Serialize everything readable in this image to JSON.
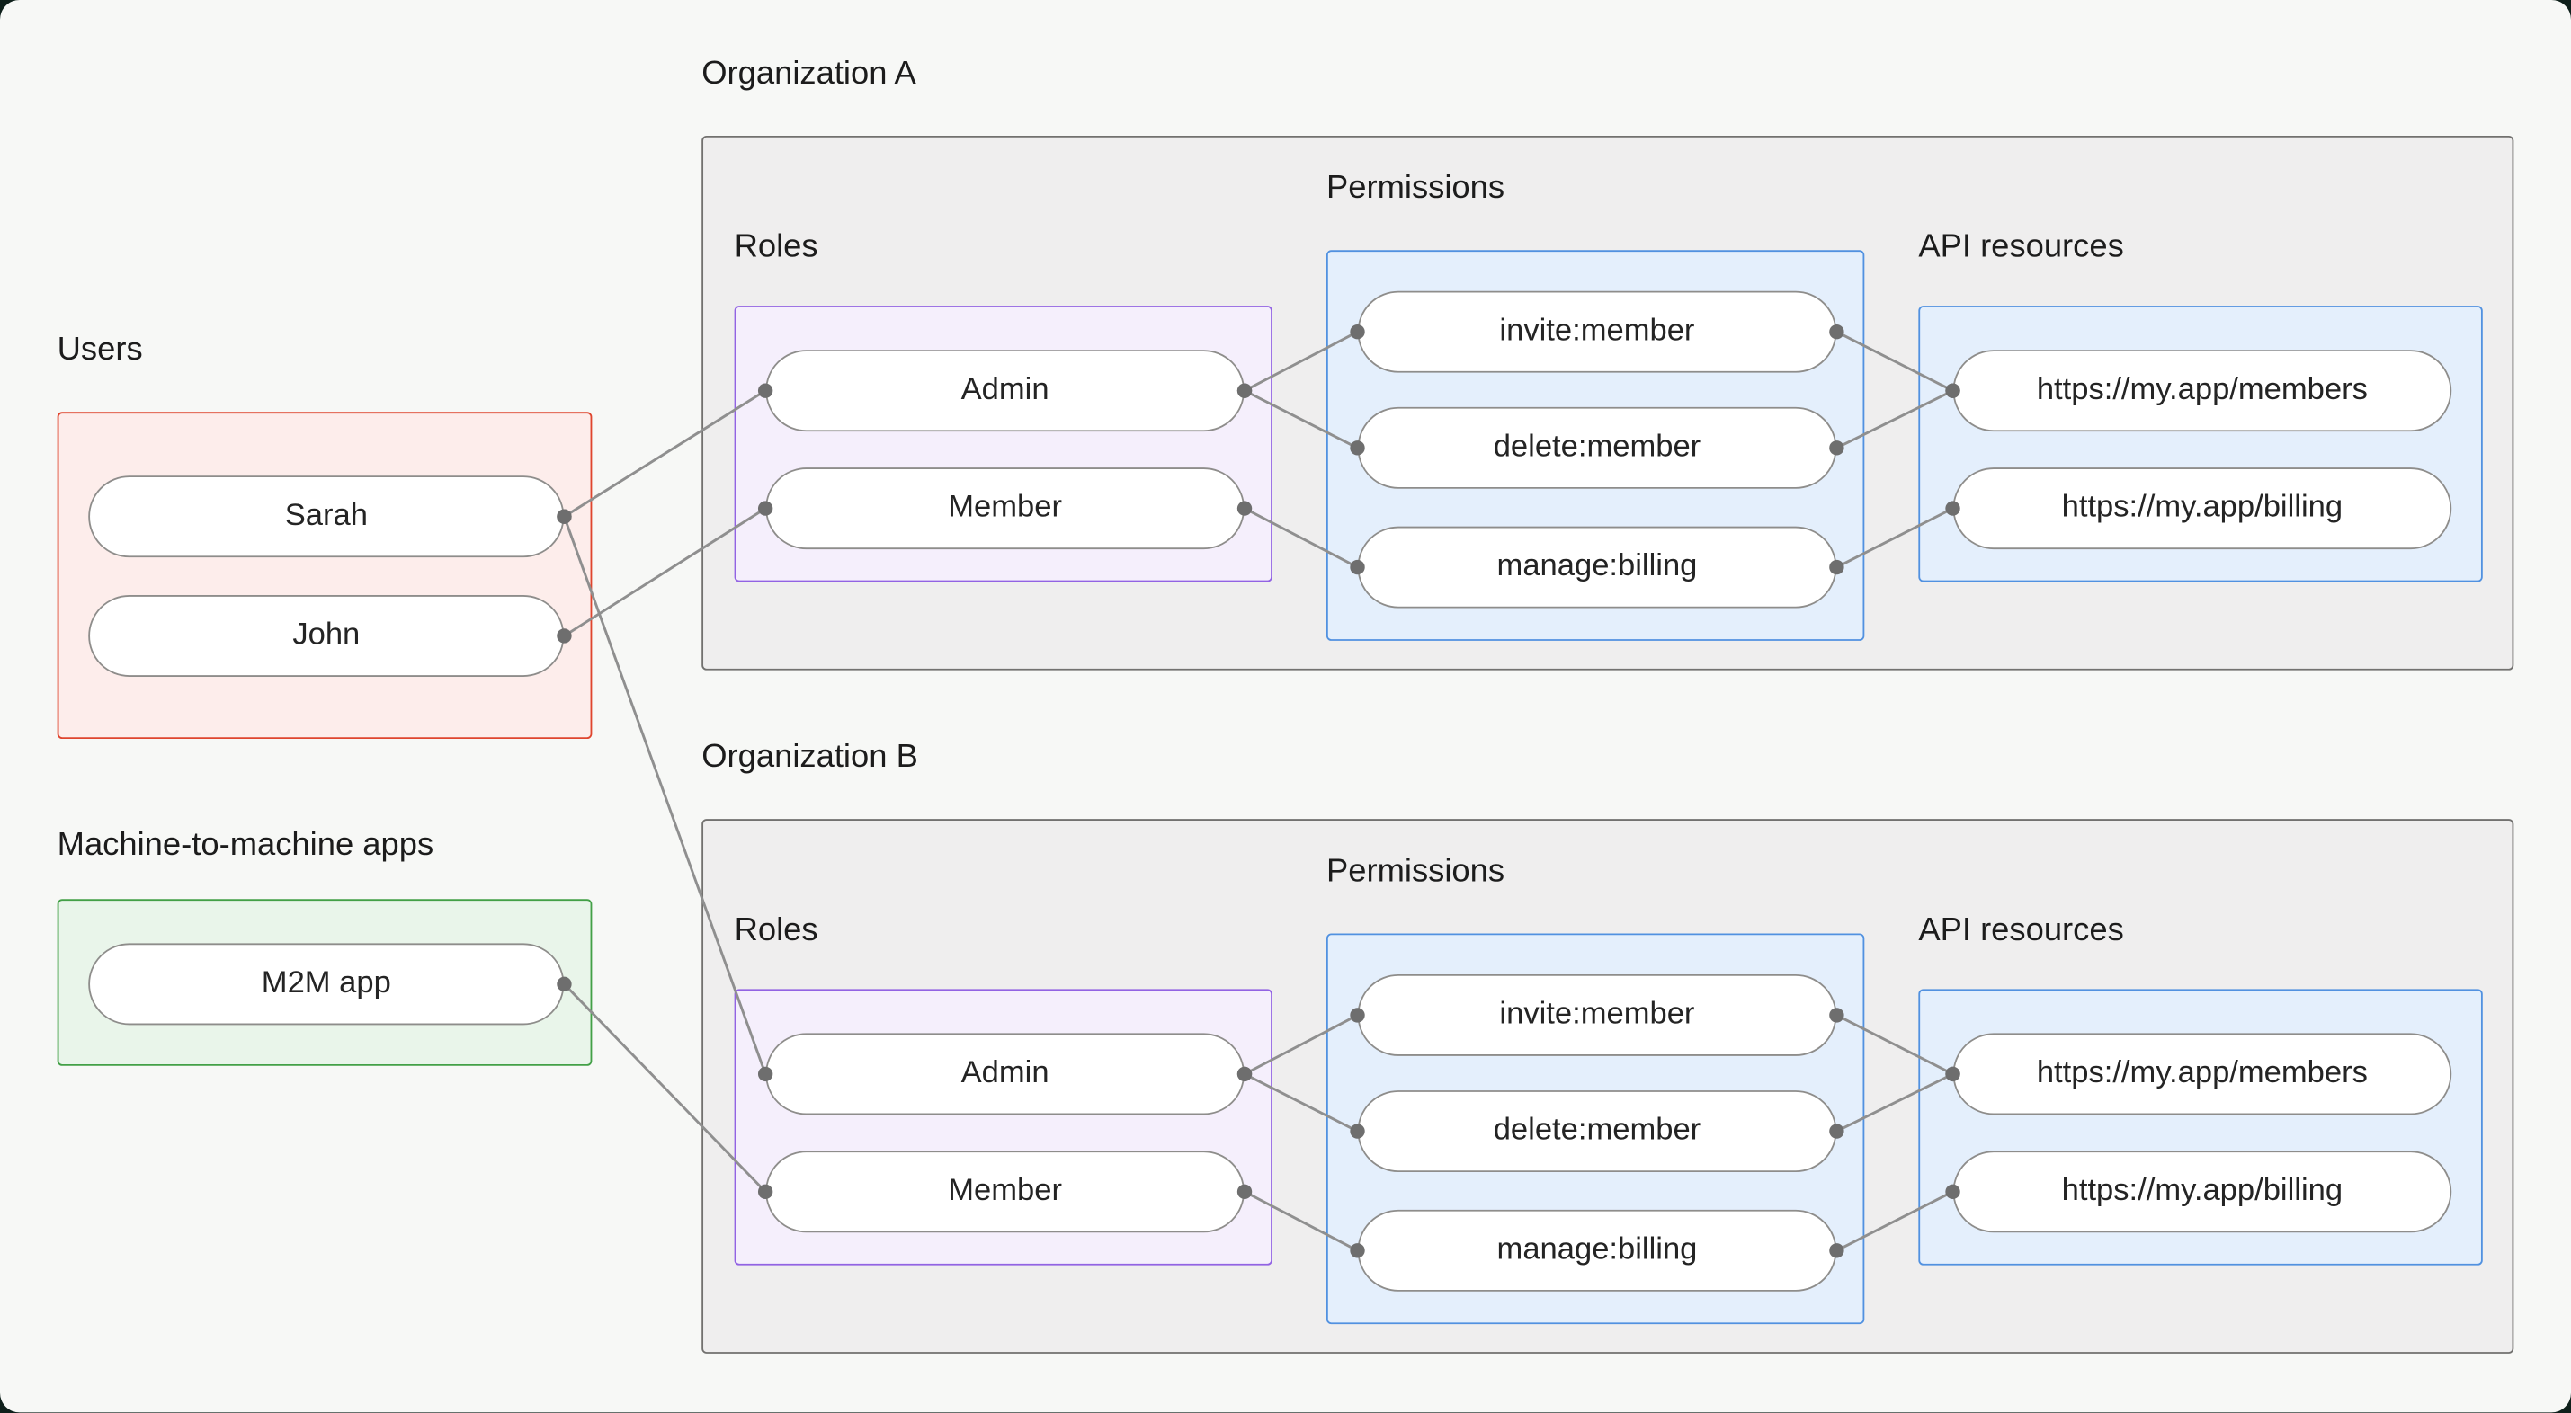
{
  "colors": {
    "outer_background": "#0f201b",
    "canvas_background": "#f7f8f6",
    "users_group_border": "#df452e",
    "users_group_fill": "#fdedeb",
    "m2m_group_border": "#43a047",
    "m2m_group_fill": "#e9f5ea",
    "org_box_border": "#72716f",
    "org_box_fill": "#efeeee",
    "roles_box_border": "#9263e3",
    "roles_box_fill": "#f5effc",
    "blue_box_border": "#5191e0",
    "blue_box_fill": "#e4effc",
    "node_border": "#8e8d8b",
    "node_fill": "#ffffff",
    "edge_line": "#8f8f8f",
    "edge_dot": "#6e6e6e",
    "text": "#1c1c1c"
  },
  "left_column": {
    "users": {
      "label": "Users",
      "nodes": [
        {
          "id": "sarah",
          "label": "Sarah"
        },
        {
          "id": "john",
          "label": "John"
        }
      ]
    },
    "m2m": {
      "label": "Machine-to-machine apps",
      "nodes": [
        {
          "id": "m2m",
          "label": "M2M app"
        }
      ]
    }
  },
  "orgs": [
    {
      "label": "Organization A",
      "roles_label": "Roles",
      "permissions_label": "Permissions",
      "api_label": "API resources",
      "roles": [
        {
          "id": "orgA-admin",
          "label": "Admin"
        },
        {
          "id": "orgA-member",
          "label": "Member"
        }
      ],
      "permissions": [
        {
          "id": "orgA-invite",
          "label": "invite:member"
        },
        {
          "id": "orgA-delete",
          "label": "delete:member"
        },
        {
          "id": "orgA-manage",
          "label": "manage:billing"
        }
      ],
      "resources": [
        {
          "id": "orgA-members",
          "label": "https://my.app/members"
        },
        {
          "id": "orgA-billing",
          "label": "https://my.app/billing"
        }
      ]
    },
    {
      "label": "Organization B",
      "roles_label": "Roles",
      "permissions_label": "Permissions",
      "api_label": "API resources",
      "roles": [
        {
          "id": "orgB-admin",
          "label": "Admin"
        },
        {
          "id": "orgB-member",
          "label": "Member"
        }
      ],
      "permissions": [
        {
          "id": "orgB-invite",
          "label": "invite:member"
        },
        {
          "id": "orgB-delete",
          "label": "delete:member"
        },
        {
          "id": "orgB-manage",
          "label": "manage:billing"
        }
      ],
      "resources": [
        {
          "id": "orgB-members",
          "label": "https://my.app/members"
        },
        {
          "id": "orgB-billing",
          "label": "https://my.app/billing"
        }
      ]
    }
  ],
  "edges": [
    {
      "from": "sarah",
      "to": "orgA-admin"
    },
    {
      "from": "john",
      "to": "orgA-member"
    },
    {
      "from": "sarah",
      "to": "orgB-admin"
    },
    {
      "from": "m2m",
      "to": "orgB-member"
    },
    {
      "from": "orgA-admin",
      "to": "orgA-invite"
    },
    {
      "from": "orgA-admin",
      "to": "orgA-delete"
    },
    {
      "from": "orgA-member",
      "to": "orgA-manage"
    },
    {
      "from": "orgA-invite",
      "to": "orgA-members"
    },
    {
      "from": "orgA-delete",
      "to": "orgA-members"
    },
    {
      "from": "orgA-manage",
      "to": "orgA-billing"
    },
    {
      "from": "orgB-admin",
      "to": "orgB-invite"
    },
    {
      "from": "orgB-admin",
      "to": "orgB-delete"
    },
    {
      "from": "orgB-member",
      "to": "orgB-manage"
    },
    {
      "from": "orgB-invite",
      "to": "orgB-members"
    },
    {
      "from": "orgB-delete",
      "to": "orgB-members"
    },
    {
      "from": "orgB-manage",
      "to": "orgB-billing"
    }
  ]
}
